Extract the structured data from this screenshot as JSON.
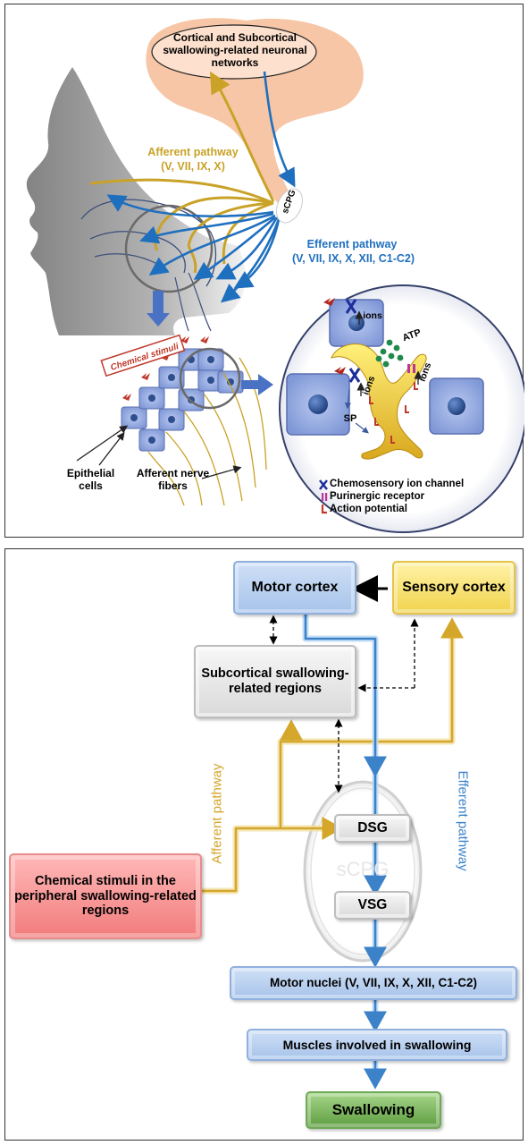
{
  "panel_top": {
    "brain_label": "Cortical and Subcortical swallowing-related neuronal networks",
    "afferent_title": "Afferent pathway",
    "afferent_nerves": "(V, VII, IX, X)",
    "efferent_title": "Efferent pathway",
    "efferent_nerves": "(V, VII, IX, X, XII, C1-C2)",
    "scpg_label": "sCPG",
    "chemical_stimuli": "Chemical stimuli",
    "epithelial_cells": "Epithelial cells",
    "afferent_fibers": "Afferent nerve fibers",
    "atp": "ATP",
    "ions_1": "ions",
    "ions_2": "ions",
    "ions_3": "ions",
    "sp": "SP",
    "legend": [
      {
        "symbol": "chemosensory-ion-channel",
        "label": "Chemosensory  ion channel"
      },
      {
        "symbol": "purinergic-receptor",
        "label": "Purinergic receptor"
      },
      {
        "symbol": "action-potential",
        "label": "Action potential"
      }
    ],
    "colors": {
      "afferent": "#c9a227",
      "efferent": "#1f6fbf",
      "brain": "#f6c6a6",
      "cell": "#8ea6e0",
      "nerve": "#e8c330"
    }
  },
  "panel_bottom": {
    "motor_cortex": "Motor cortex",
    "sensory_cortex": "Sensory cortex",
    "subcortical": "Subcortical swallowing-related regions",
    "chemical_stimuli": "Chemical stimuli  in the peripheral swallowing-related regions",
    "afferent_pathway": "Afferent pathway",
    "efferent_pathway": "Efferent pathway",
    "dsg": "DSG",
    "scpg": "sCPG",
    "vsg": "VSG",
    "motor_nuclei": "Motor nuclei (V, VII, IX, X, XII, C1-C2)",
    "muscles": "Muscles involved in swallowing",
    "swallowing": "Swallowing",
    "colors": {
      "afferent": "#d4a62a",
      "efferent": "#3b82c9"
    }
  }
}
